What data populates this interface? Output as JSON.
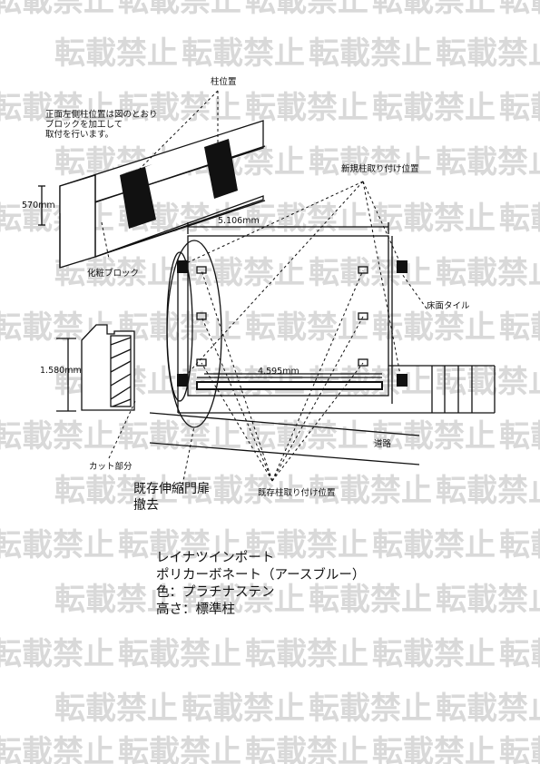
{
  "watermark": {
    "text": "転載禁止",
    "color": "#d9d9d9"
  },
  "labels": {
    "left_column_note": "正面左側柱位置は図のとおり\nブロックを加工して\n取付を行います。",
    "post_position": "柱位置",
    "new_post_position": "新規柱取り付け位置",
    "block_height": "570mm",
    "width_total": "5.106mm",
    "width_inner": "4.595mm",
    "block_type": "化粧ブロック",
    "floor_tile": "床面タイル",
    "wall_height": "1.580mm",
    "road": "道路",
    "cut_part": "カット部分",
    "existing_gate_removal": "既存伸縮門扉\n撤去",
    "existing_post_position": "既存柱取り付け位置"
  },
  "product_spec": {
    "line1": "レイナツインポート",
    "line2": "ポリカーボネート（アースブルー）",
    "line3": "色：プラチナステン",
    "line4": "高さ：標準柱"
  }
}
